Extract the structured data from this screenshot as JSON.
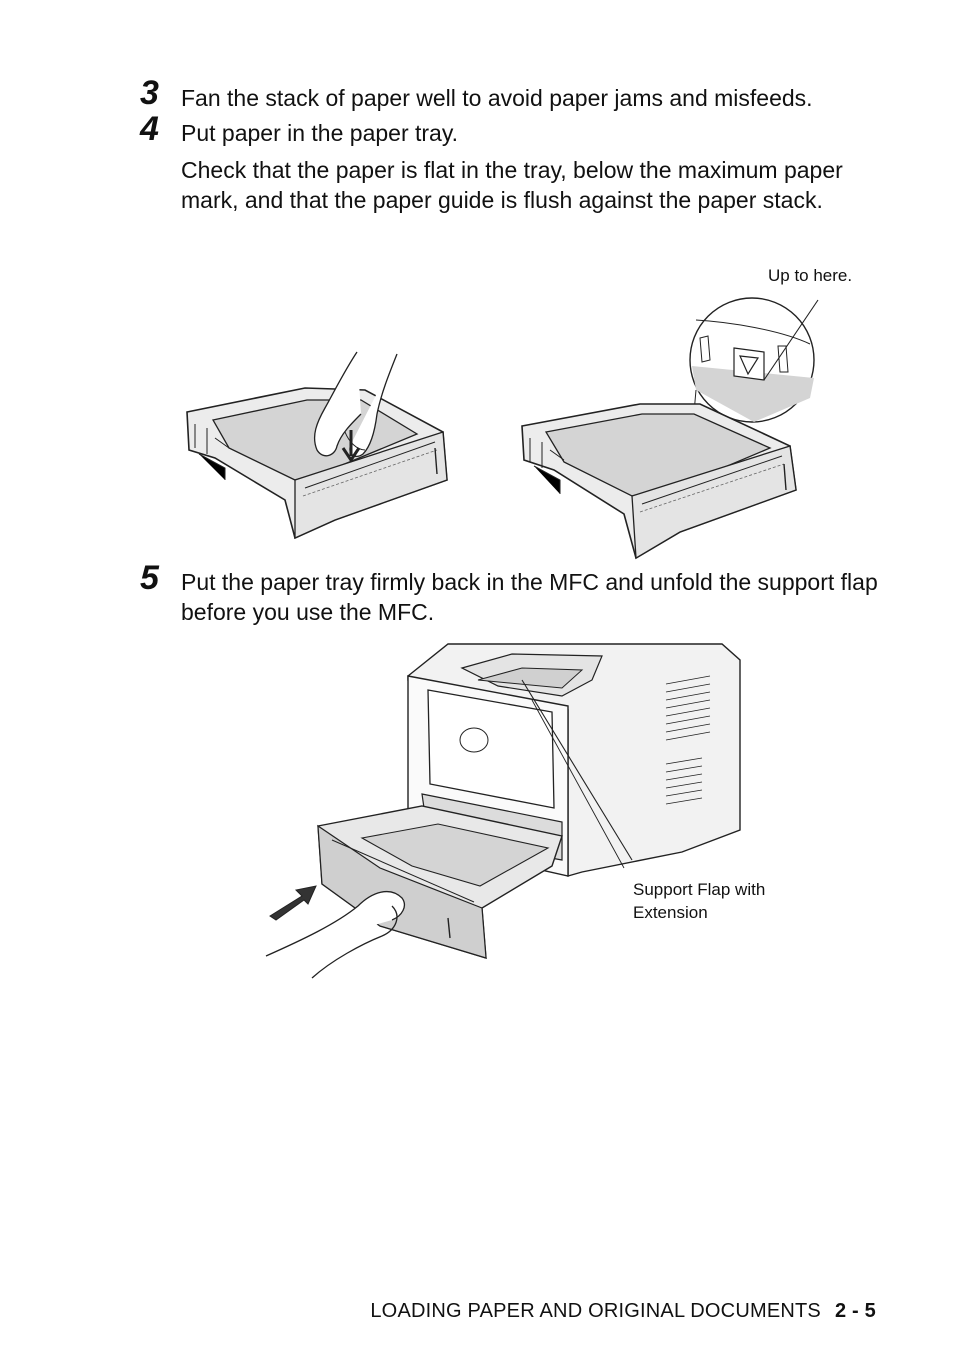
{
  "steps": [
    {
      "number": "3",
      "text": "Fan the stack of paper well to avoid paper jams and misfeeds."
    },
    {
      "number": "4",
      "text": "Put paper in the paper tray.",
      "detail": "Check that the paper is flat in the tray, below the maximum paper mark, and that the paper guide is flush against the paper stack."
    },
    {
      "number": "5",
      "text": "Put the paper tray firmly back in the MFC and unfold the support flap before you use the MFC."
    }
  ],
  "callouts": {
    "up_to_here": "Up to here.",
    "support_flap_line1": "Support Flap with",
    "support_flap_line2": "Extension"
  },
  "footer": {
    "section": "LOADING PAPER AND ORIGINAL DOCUMENTS",
    "page": "2 - 5"
  },
  "colors": {
    "paper_fill": "#d4d4d4",
    "tray_fill": "#e2e2e2",
    "line": "#222222"
  }
}
